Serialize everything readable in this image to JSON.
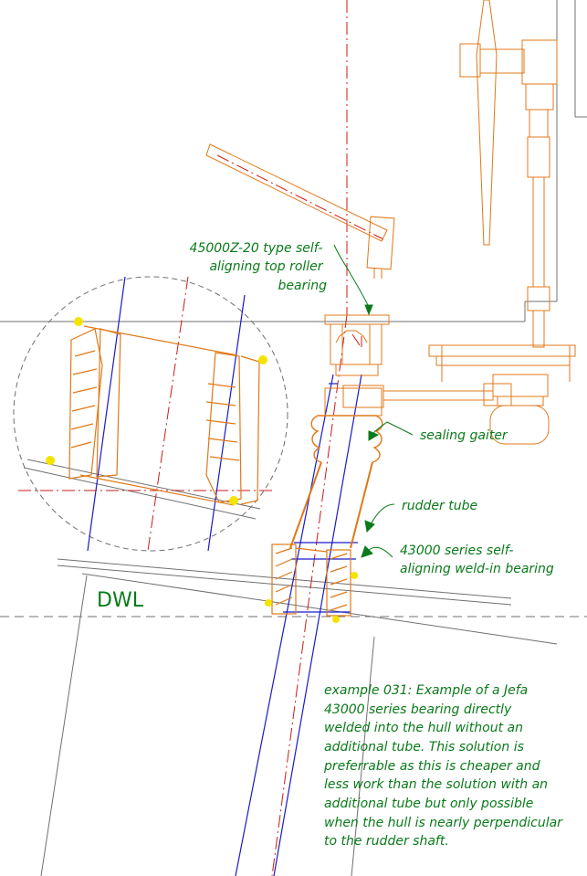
{
  "colors": {
    "orange": "#e07818",
    "blue": "#1a1acc",
    "red": "#cc1a1a",
    "green": "#0a7a1a",
    "grey": "#707070",
    "yellow": "#f5e400"
  },
  "labels": {
    "top_bearing": [
      "45000Z-20 type self-",
      "aligning top roller",
      "bearing"
    ],
    "sealing_gaiter": "sealing gaiter",
    "rudder_tube": "rudder tube",
    "weld_in_bearing": [
      "43000 series self-",
      "aligning weld-in bearing"
    ],
    "waterline": "DWL"
  },
  "note": [
    "example 031: Example of a Jefa",
    "43000 series bearing directly",
    "welded into the hull without an",
    "additional tube. This solution is",
    "preferrable as this is cheaper and",
    "less work than the solution with an",
    "additional tube but only possible",
    "when the hull is nearly perpendicular",
    "to the rudder shaft."
  ]
}
